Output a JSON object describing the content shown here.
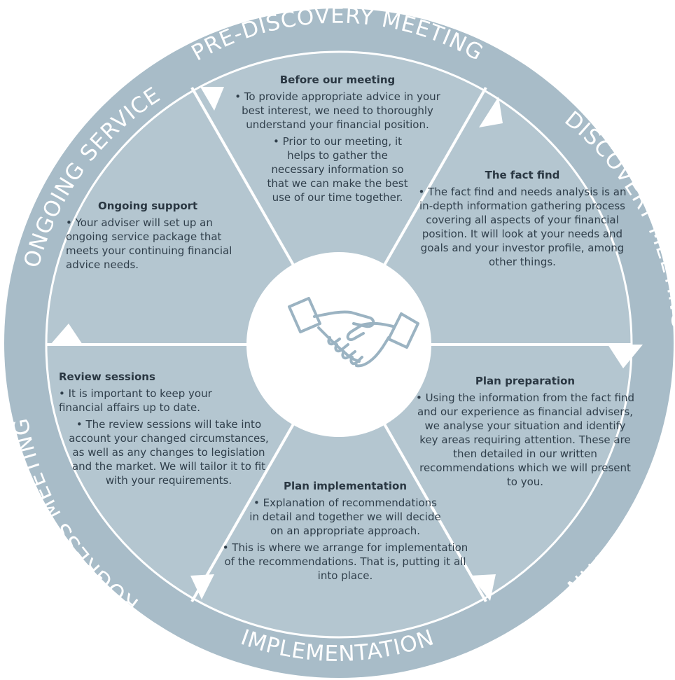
{
  "colors": {
    "ring": "#a8bcc8",
    "segment": "#b4c6d0",
    "divider": "#ffffff",
    "center": "#ffffff",
    "icon": "#9bb3c2",
    "text": "#2f3e4a"
  },
  "ring_labels": {
    "pre_discovery": "PRE-DISCOVERY MEETING",
    "discovery": "DISCOVERY MEETING",
    "strategy": "STRATEGY MEETING",
    "implementation": "IMPLEMENTATION",
    "progress": "PROGRESS MEETINGS",
    "ongoing": "ONGOING SERVICE"
  },
  "segments": {
    "before_meeting": {
      "heading": "Before our meeting",
      "bullets": [
        "• To provide appropriate advice in your best interest, we need to thoroughly understand your financial position.",
        "• Prior to our meeting, it helps to gather the necessary information so that we can make the best use of our time together."
      ]
    },
    "fact_find": {
      "heading": "The fact find",
      "bullets": [
        "• The fact find and needs analysis is an in-depth information gathering process covering all aspects of your financial position. It will look at your needs and goals and your investor profile, among other things."
      ]
    },
    "plan_preparation": {
      "heading": "Plan preparation",
      "bullets": [
        "• Using the information from the fact find and our experience as financial advisers, we analyse your situation and identify key areas requiring attention. These are then detailed in our written recommendations which we will present to you."
      ]
    },
    "plan_implementation": {
      "heading": "Plan implementation",
      "bullets": [
        "• Explanation of recommendations in detail and together we will decide on an appropriate approach.",
        "• This is where we arrange for implementation of the recommendations. That is, putting it all into place."
      ]
    },
    "review_sessions": {
      "heading": "Review sessions",
      "bullets": [
        "• It is important to keep your financial affairs up to date.",
        "• The review sessions will take into account your changed circumstances, as well as any changes to legislation and the market. We will tailor it to fit with your requirements."
      ]
    },
    "ongoing_support": {
      "heading": "Ongoing support",
      "bullets": [
        "• Your adviser will set up an ongoing service package that meets your continuing financial advice needs."
      ]
    }
  },
  "center": {
    "icon": "handshake-icon"
  }
}
